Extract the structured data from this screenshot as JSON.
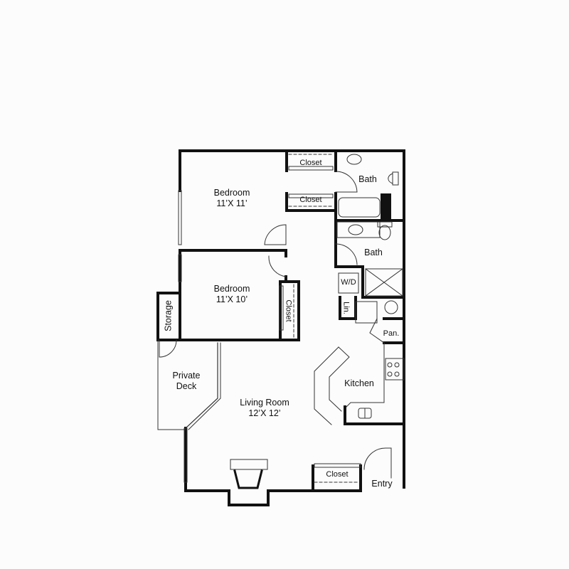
{
  "floorplan": {
    "rooms": [
      {
        "id": "bedroom1",
        "name": "Bedroom",
        "size": "11’X 11’"
      },
      {
        "id": "bedroom2",
        "name": "Bedroom",
        "size": "11’X 10’"
      },
      {
        "id": "living",
        "name": "Living Room",
        "size": "12’X 12’"
      },
      {
        "id": "kitchen",
        "name": "Kitchen"
      },
      {
        "id": "bath1",
        "name": "Bath"
      },
      {
        "id": "bath2",
        "name": "Bath"
      },
      {
        "id": "deck",
        "name": "Private",
        "name2": "Deck"
      },
      {
        "id": "storage",
        "name": "Storage"
      },
      {
        "id": "entry",
        "name": "Entry"
      }
    ],
    "closets": [
      "Closet",
      "Closet",
      "Closet",
      "Closet"
    ],
    "fixtures": {
      "wd": "W/D",
      "linen": "Lin.",
      "pantry": "Pan."
    },
    "colors": {
      "wall": "#111111",
      "line": "#333333",
      "background": "#fcfcfc"
    }
  }
}
